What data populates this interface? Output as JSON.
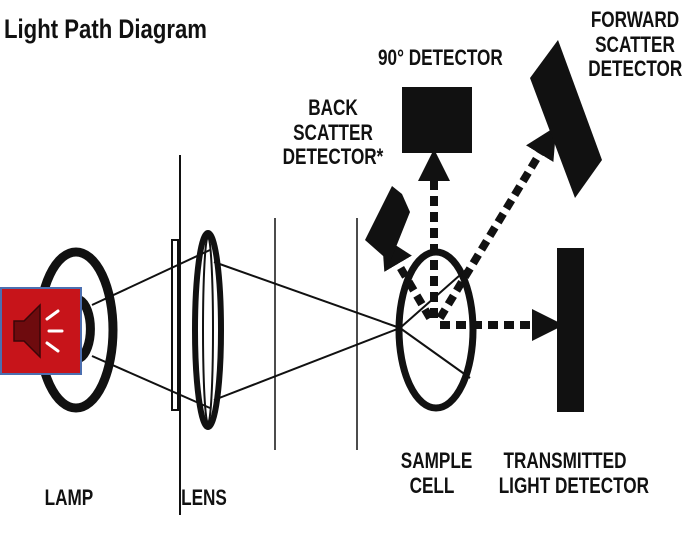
{
  "title": "Light Path Diagram",
  "labels": {
    "detector_90": "90° DETECTOR",
    "forward_scatter": [
      "FORWARD",
      "SCATTER",
      "DETECTOR"
    ],
    "back_scatter": [
      "BACK",
      "SCATTER",
      "DETECTOR*"
    ],
    "lamp": "LAMP",
    "lens": "LENS",
    "sample_cell": [
      "SAMPLE",
      "CELL"
    ],
    "transmitted": [
      "TRANSMITTED",
      "LIGHT DETECTOR"
    ]
  },
  "icons": {
    "speaker": "speaker-icon"
  },
  "colors": {
    "speaker_bg": "#c7141a",
    "speaker_border": "#4c6fb0",
    "ink": "#111111"
  }
}
